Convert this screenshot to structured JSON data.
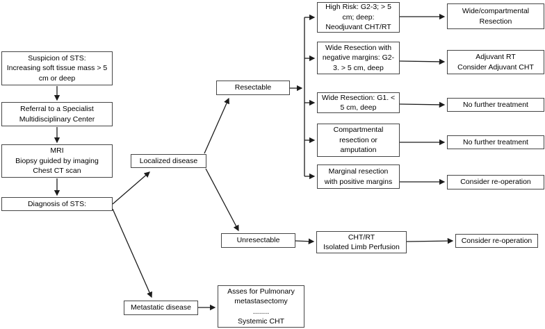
{
  "colors": {
    "box_border": "#454545",
    "arrow": "#1c1c1c",
    "background": "#ffffff",
    "text": "#000000"
  },
  "nodes": {
    "suspicion": {
      "label": "Suspicion of STS:\nIncreasing soft tissue mass > 5\ncm or deep"
    },
    "referral": {
      "label": "Referral to a Specialist\nMultidisciplinary Center"
    },
    "mri": {
      "label": "MRI\nBiopsy guided by imaging\nChest CT scan"
    },
    "diagnosis": {
      "label": "Diagnosis of STS:"
    },
    "localized": {
      "label": "Localized disease"
    },
    "resectable": {
      "label": "Resectable"
    },
    "unresectable": {
      "label": "Unresectable"
    },
    "metastatic": {
      "label": "Metastatic disease"
    },
    "high_risk": {
      "label": "High Risk: G2-3; > 5\ncm; deep:\nNeodjuvant CHT/RT"
    },
    "wide_negative": {
      "label": "Wide Resection with\nnegative margins: G2-\n3. > 5 cm, deep"
    },
    "wide_g1": {
      "label": "Wide Resection: G1. <\n5 cm, deep"
    },
    "compartmental": {
      "label": "Compartmental\nresection or\namputation"
    },
    "marginal": {
      "label": "Marginal resection\nwith positive margins"
    },
    "wide_comp_resection": {
      "label": "Wide/compartmental\nResection"
    },
    "adjuvant": {
      "label": "Adjuvant RT\nConsider Adjuvant CHT"
    },
    "no_treatment_1": {
      "label": "No further treatment"
    },
    "no_treatment_2": {
      "label": "No further treatment"
    },
    "consider_reop_1": {
      "label": "Consider re-operation"
    },
    "cht_rt": {
      "label": "CHT/RT\nIsolated Limb Perfusion"
    },
    "consider_reop_2": {
      "label": "Consider re-operation"
    },
    "pulmonary": {
      "label": "Asses  for Pulmonary\nmetastasectomy\n........\nSystemic CHT"
    }
  }
}
